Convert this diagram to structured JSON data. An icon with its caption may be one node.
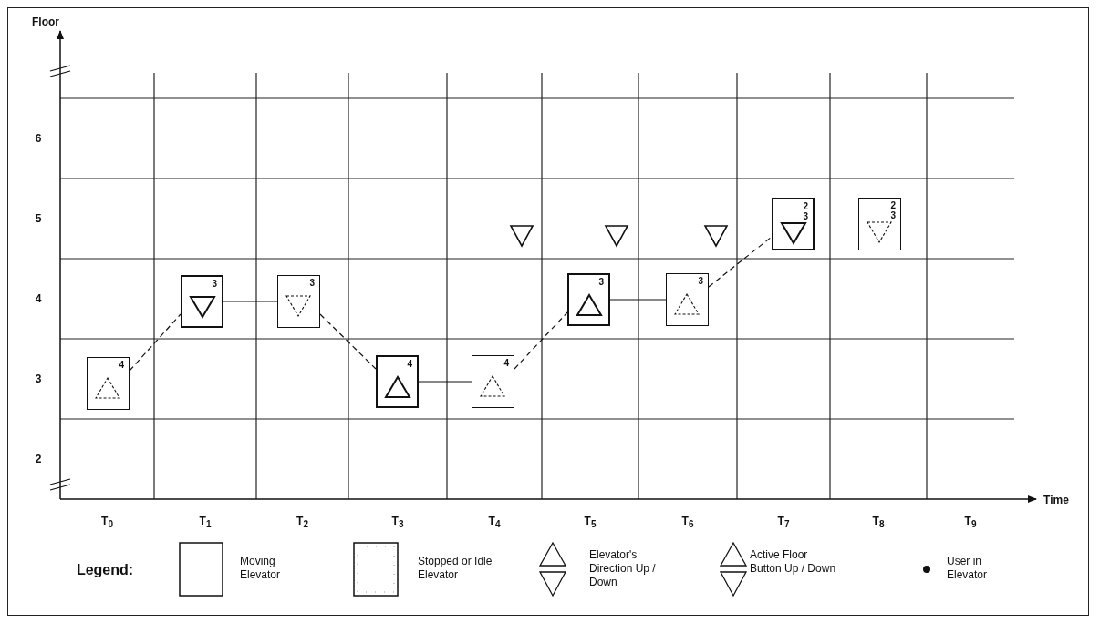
{
  "diagram": {
    "nodes": [
      {
        "text": [
          "4"
        ]
      },
      {
        "text": [
          "3"
        ]
      },
      {
        "text": [
          "3"
        ]
      },
      {
        "text": [
          "4"
        ]
      },
      {
        "text": [
          "4"
        ]
      },
      {
        "text": [
          "3"
        ]
      },
      {
        "text": [
          "3"
        ]
      },
      {
        "text": [
          "2",
          "3"
        ]
      },
      {
        "text": [
          "2",
          "3"
        ]
      }
    ],
    "edges": [
      {
        "from": 0,
        "to": 1,
        "arrow": "none",
        "style": "dashed"
      },
      {
        "from": 1,
        "to": 2,
        "arrow": "none"
      },
      {
        "from": 2,
        "to": 3,
        "arrow": "none",
        "style": "dashed"
      },
      {
        "from": 3,
        "to": 4,
        "arrow": "none"
      },
      {
        "from": 4,
        "to": 5,
        "arrow": "none",
        "style": "dashed"
      },
      {
        "from": 5,
        "to": 6,
        "arrow": "none"
      },
      {
        "from": 6,
        "to": 7,
        "arrow": "none",
        "style": "dashed"
      }
    ],
    "labels": [
      "Floor",
      "6",
      "5",
      "4",
      "3",
      "2",
      "Time",
      "T$_{0}$",
      "T$_{1}$",
      "T$_{2}$",
      "T$_{3}$",
      "T$_{4}$",
      "T$_{5}$",
      "T$_{6}$",
      "T$_{7}$",
      "T$_{8}$",
      "T$_{9}$",
      "Legend:"
    ],
    "legend": [
      {
        "text": "Moving Elevator"
      },
      {
        "text": "Stopped or Idle Elevator"
      },
      {
        "text": "Elevator's Direction Up / Down"
      },
      {
        "text": "Active Floor Button Up / Down"
      },
      {
        "text": "User in Elevator"
      }
    ]
  }
}
